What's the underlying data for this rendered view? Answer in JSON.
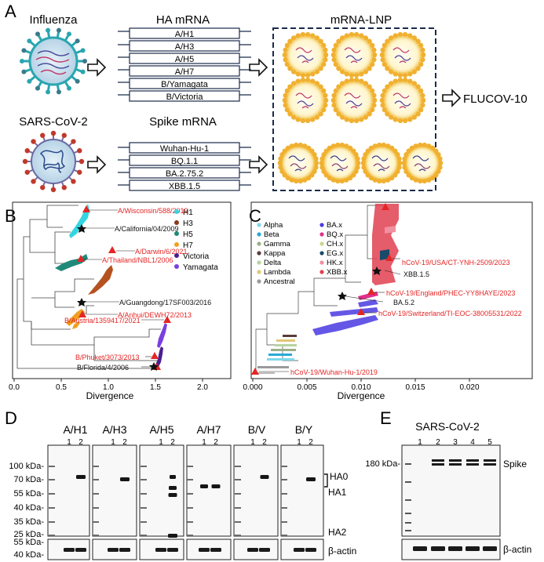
{
  "panel_letters": [
    "A",
    "B",
    "C",
    "D",
    "E"
  ],
  "panel_a": {
    "flu_title": "Influenza",
    "ha_title": "HA mRNA",
    "lnp_title": "mRNA-LNP",
    "sars_title": "SARS-CoV-2",
    "spike_title": "Spike mRNA",
    "product": "FLUCOV-10",
    "ha_items": [
      "A/H1",
      "A/H3",
      "A/H5",
      "A/H7",
      "B/Yamagata",
      "B/Victoria"
    ],
    "spike_items": [
      "Wuhan-Hu-1",
      "BQ.1.1",
      "BA.2.75.2",
      "XBB.1.5"
    ]
  },
  "panel_b": {
    "legend": [
      {
        "label": "H1",
        "color": "#33d6e0"
      },
      {
        "label": "H3",
        "color": "#8a3a1a"
      },
      {
        "label": "H5",
        "color": "#1f8a7a"
      },
      {
        "label": "H7",
        "color": "#f0a020"
      },
      {
        "label": "Victoria",
        "color": "#4b1f8f"
      },
      {
        "label": "Yamagata",
        "color": "#7b3fe0"
      }
    ],
    "tip_labels_red": [
      "A/Wisconsin/588/2019",
      "A/Thailand/NBL1/2006",
      "A/Darwin/6/2021",
      "A/Anhui/DEWH72/2013",
      "B/Austria/1359417/2021",
      "B/Phuket/3073/2013"
    ],
    "tip_labels_black": [
      "A/California/04/2009",
      "A/Guangdong/17SF003/2016",
      "B/Florida/4/2006"
    ],
    "axis_title": "Divergence",
    "ticks": [
      "0.0",
      "0.5",
      "1.0",
      "1.5",
      "2.0"
    ]
  },
  "panel_c": {
    "legend_left": [
      {
        "label": "Alpha",
        "color": "#7fd8ea"
      },
      {
        "label": "Beta",
        "color": "#2aa9d6"
      },
      {
        "label": "Gamma",
        "color": "#9bb08a"
      },
      {
        "label": "Kappa",
        "color": "#5a3b3b"
      },
      {
        "label": "Delta",
        "color": "#b7d4a0"
      },
      {
        "label": "Lambda",
        "color": "#e0c878"
      },
      {
        "label": "Ancestral",
        "color": "#9a9a9a"
      }
    ],
    "legend_right": [
      {
        "label": "BA.x",
        "color": "#4a3ae0"
      },
      {
        "label": "BQ.x",
        "color": "#e0308a"
      },
      {
        "label": "CH.x",
        "color": "#c8d890"
      },
      {
        "label": "EG.x",
        "color": "#1a4a6a"
      },
      {
        "label": "HK.x",
        "color": "#f090a0"
      },
      {
        "label": "XBB.x",
        "color": "#e04050"
      }
    ],
    "tip_labels_red": [
      "hCoV-19/USA/CT-YNH-2509/2023",
      "hCoV-19/England/PHEC-YY8HAYE/2023",
      "hCoV-19/Switzerland/TI-EOC-38005531/2022",
      "hCoV-19/Wuhan-Hu-1/2019"
    ],
    "tip_labels_black": [
      "XBB.1.5",
      "BA.5.2"
    ],
    "axis_title": "Divergence",
    "ticks": [
      "0.000",
      "0.005",
      "0.010",
      "0.015",
      "0.020"
    ]
  },
  "panel_d": {
    "blots": [
      "A/H1",
      "A/H3",
      "A/H5",
      "A/H7",
      "B/V",
      "B/Y"
    ],
    "lanes": [
      "1",
      "2"
    ],
    "ladder": [
      "100 kDa-",
      "70 kDa-",
      "55 kDa-",
      "40 kDa-",
      "35 kDa-",
      "25 kDa-"
    ],
    "actin_ladder": [
      "55 kDa-",
      "40 kDa-"
    ],
    "ha0": "HA0",
    "ha1": "HA1",
    "ha2": "HA2",
    "actin": "β-actin"
  },
  "panel_e": {
    "title": "SARS-CoV-2",
    "lanes": [
      "1",
      "2",
      "3",
      "4",
      "5"
    ],
    "marker": "180 kDa-",
    "spike": "Spike",
    "actin": "β-actin"
  }
}
